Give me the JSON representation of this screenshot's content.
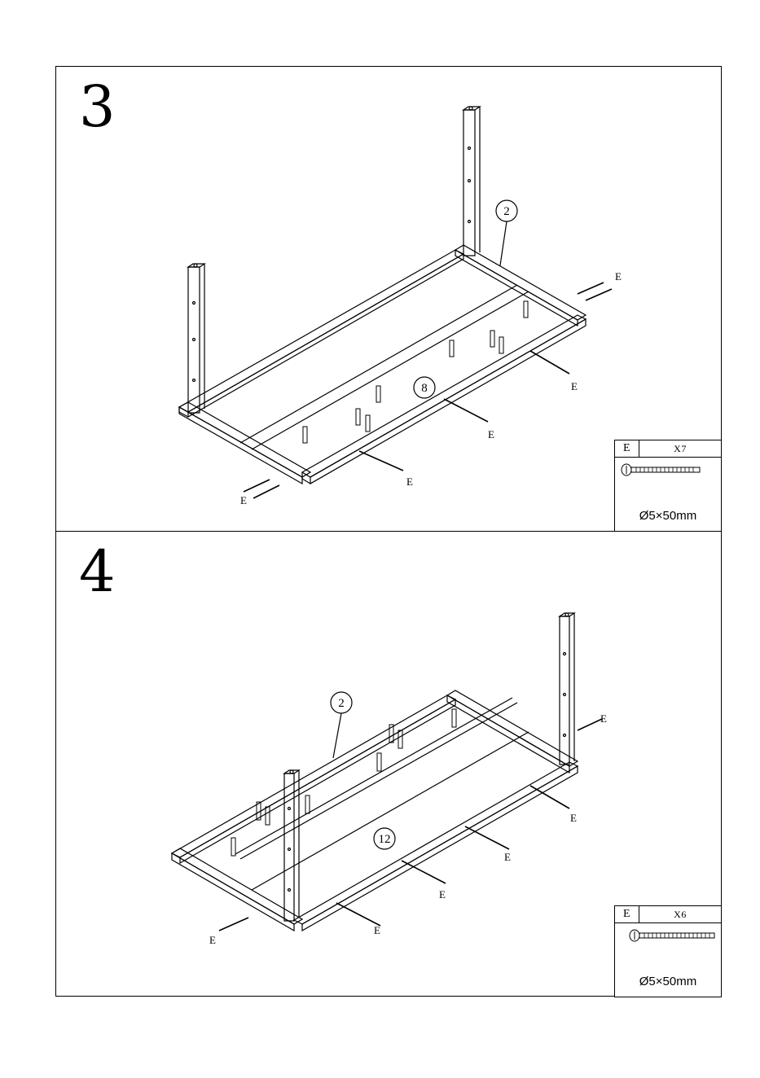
{
  "steps": [
    {
      "number": "3",
      "callouts": [
        "2",
        "8"
      ],
      "hardware_label": "E",
      "screw_label": "E",
      "hardware": {
        "letter": "E",
        "quantity": "X7",
        "spec": "Ø5×50mm"
      }
    },
    {
      "number": "4",
      "callouts": [
        "2",
        "12"
      ],
      "hardware_label": "E",
      "screw_label": "E",
      "hardware": {
        "letter": "E",
        "quantity": "X6",
        "spec": "Ø5×50mm"
      }
    }
  ]
}
